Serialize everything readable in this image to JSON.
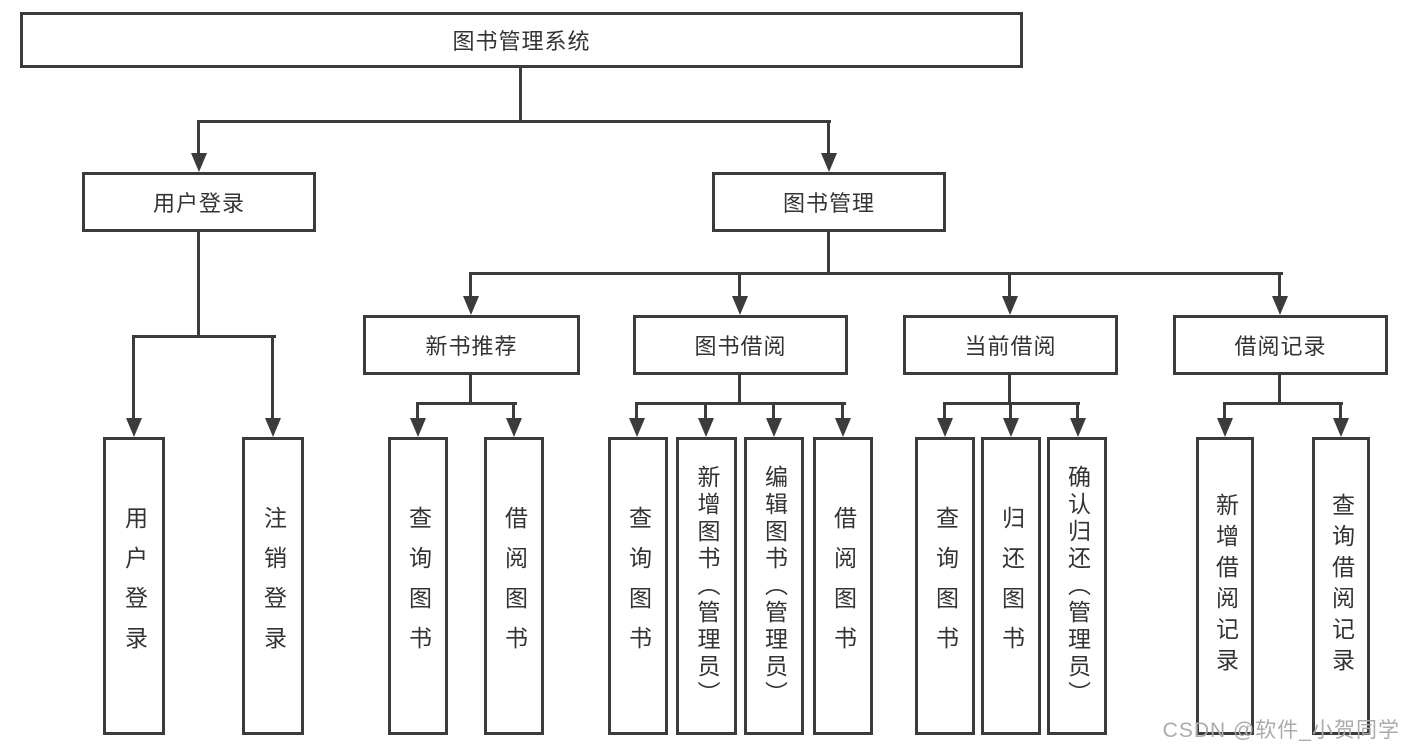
{
  "diagram_title": "图书管理系统",
  "nodes": {
    "root": {
      "label": "图书管理系统"
    },
    "user_login": {
      "label": "用户登录"
    },
    "book_management": {
      "label": "图书管理"
    },
    "new_book_recommend": {
      "label": "新书推荐"
    },
    "book_borrowing": {
      "label": "图书借阅"
    },
    "current_borrowing": {
      "label": "当前借阅"
    },
    "borrowing_records": {
      "label": "借阅记录"
    },
    "leaf_user_login": {
      "label": "用户登录"
    },
    "leaf_logout": {
      "label": "注销登录"
    },
    "leaf_query_books_recommend": {
      "label": "查询图书"
    },
    "leaf_borrow_books_recommend": {
      "label": "借阅图书"
    },
    "leaf_query_books_borrowing": {
      "label": "查询图书"
    },
    "leaf_add_books_admin": {
      "label": "新增图书（管理员）"
    },
    "leaf_edit_books_admin": {
      "label": "编辑图书（管理员）"
    },
    "leaf_borrow_books_borrowing": {
      "label": "借阅图书"
    },
    "leaf_query_books_current": {
      "label": "查询图书"
    },
    "leaf_return_books": {
      "label": "归还图书"
    },
    "leaf_confirm_return_admin": {
      "label": "确认归还（管理员）"
    },
    "leaf_add_borrow_record": {
      "label": "新增借阅记录"
    },
    "leaf_query_borrow_record": {
      "label": "查询借阅记录"
    }
  },
  "watermark": {
    "text": "CSDN @软件_小贺同学"
  },
  "colors": {
    "line": "#3b3b3b",
    "text": "#333333",
    "watermark": "#ababab",
    "background": "#ffffff"
  }
}
